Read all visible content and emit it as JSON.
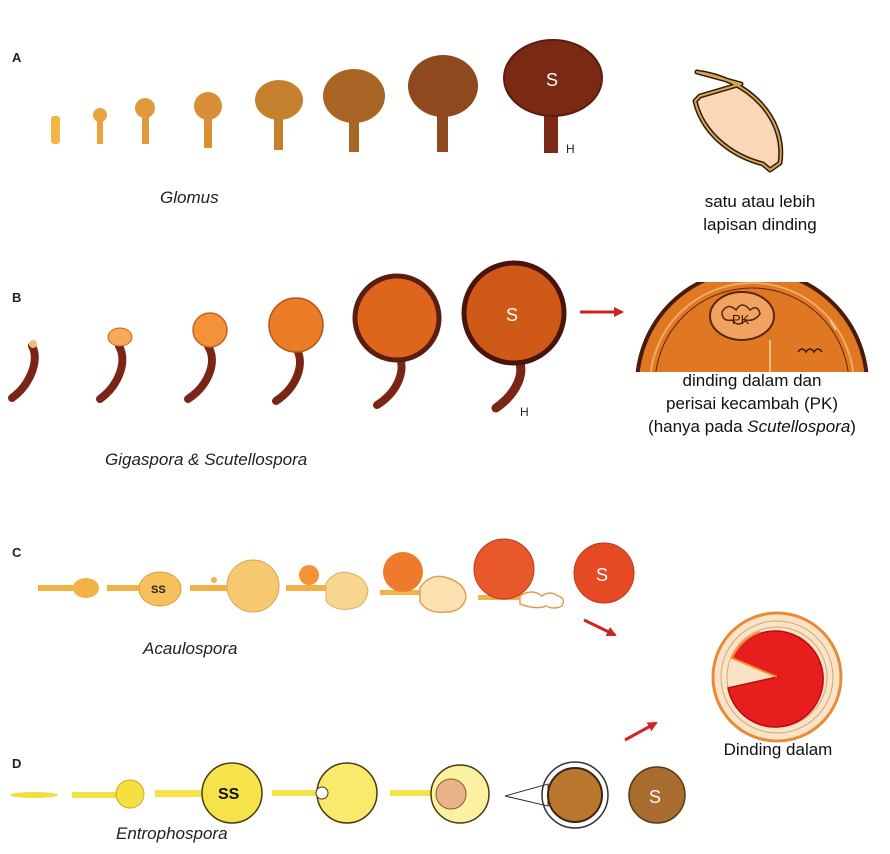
{
  "rows": {
    "a": {
      "letter": "A",
      "genus": "Glomus",
      "spore_label": "S",
      "hypha_label": "H"
    },
    "b": {
      "letter": "B",
      "genus": "Gigaspora & Scutellospora",
      "spore_label": "S",
      "hypha_label": "H"
    },
    "c": {
      "letter": "C",
      "genus": "Acaulospora",
      "saccule_label": "SS",
      "spore_label": "S"
    },
    "d": {
      "letter": "D",
      "genus": "Entrophospora",
      "saccule_label": "SS",
      "spore_label": "S"
    }
  },
  "callouts": {
    "wall_layers": {
      "line1": "satu atau lebih",
      "line2": "lapisan dinding"
    },
    "germ_shield": {
      "line1": "dinding dalam dan",
      "line2": "perisai kecambah (PK)",
      "line3_prefix": "(hanya pada ",
      "line3_genus": "Scutellospora",
      "line3_suffix": ")",
      "shield_label": "PK"
    },
    "inner_wall": {
      "label": "Dinding dalam"
    }
  },
  "colors": {
    "glomus_stages": [
      "#f4b544",
      "#eaa23e",
      "#e19a3a",
      "#d98f35",
      "#c5802e",
      "#a86526",
      "#8e4a1e",
      "#7a2a14"
    ],
    "gigaspora_stages": [
      "#f8b878",
      "#f6a956",
      "#f39238",
      "#ea7c26",
      "#dd661c",
      "#cf5a18"
    ],
    "acaulospora_stages": [
      "#f3b246",
      "#f6c05c",
      "#f6c870",
      "#f8d690",
      "#ee7a2c",
      "#e8582a",
      "#e64a24"
    ],
    "entrophospora_stages": [
      "#f2dd3c",
      "#f4e040",
      "#f6e24a",
      "#f8ea6a",
      "#fbf1a0",
      "#b9762e",
      "#a96c30"
    ],
    "arrow": "#d02424",
    "outline_dark": "#4a140a"
  }
}
